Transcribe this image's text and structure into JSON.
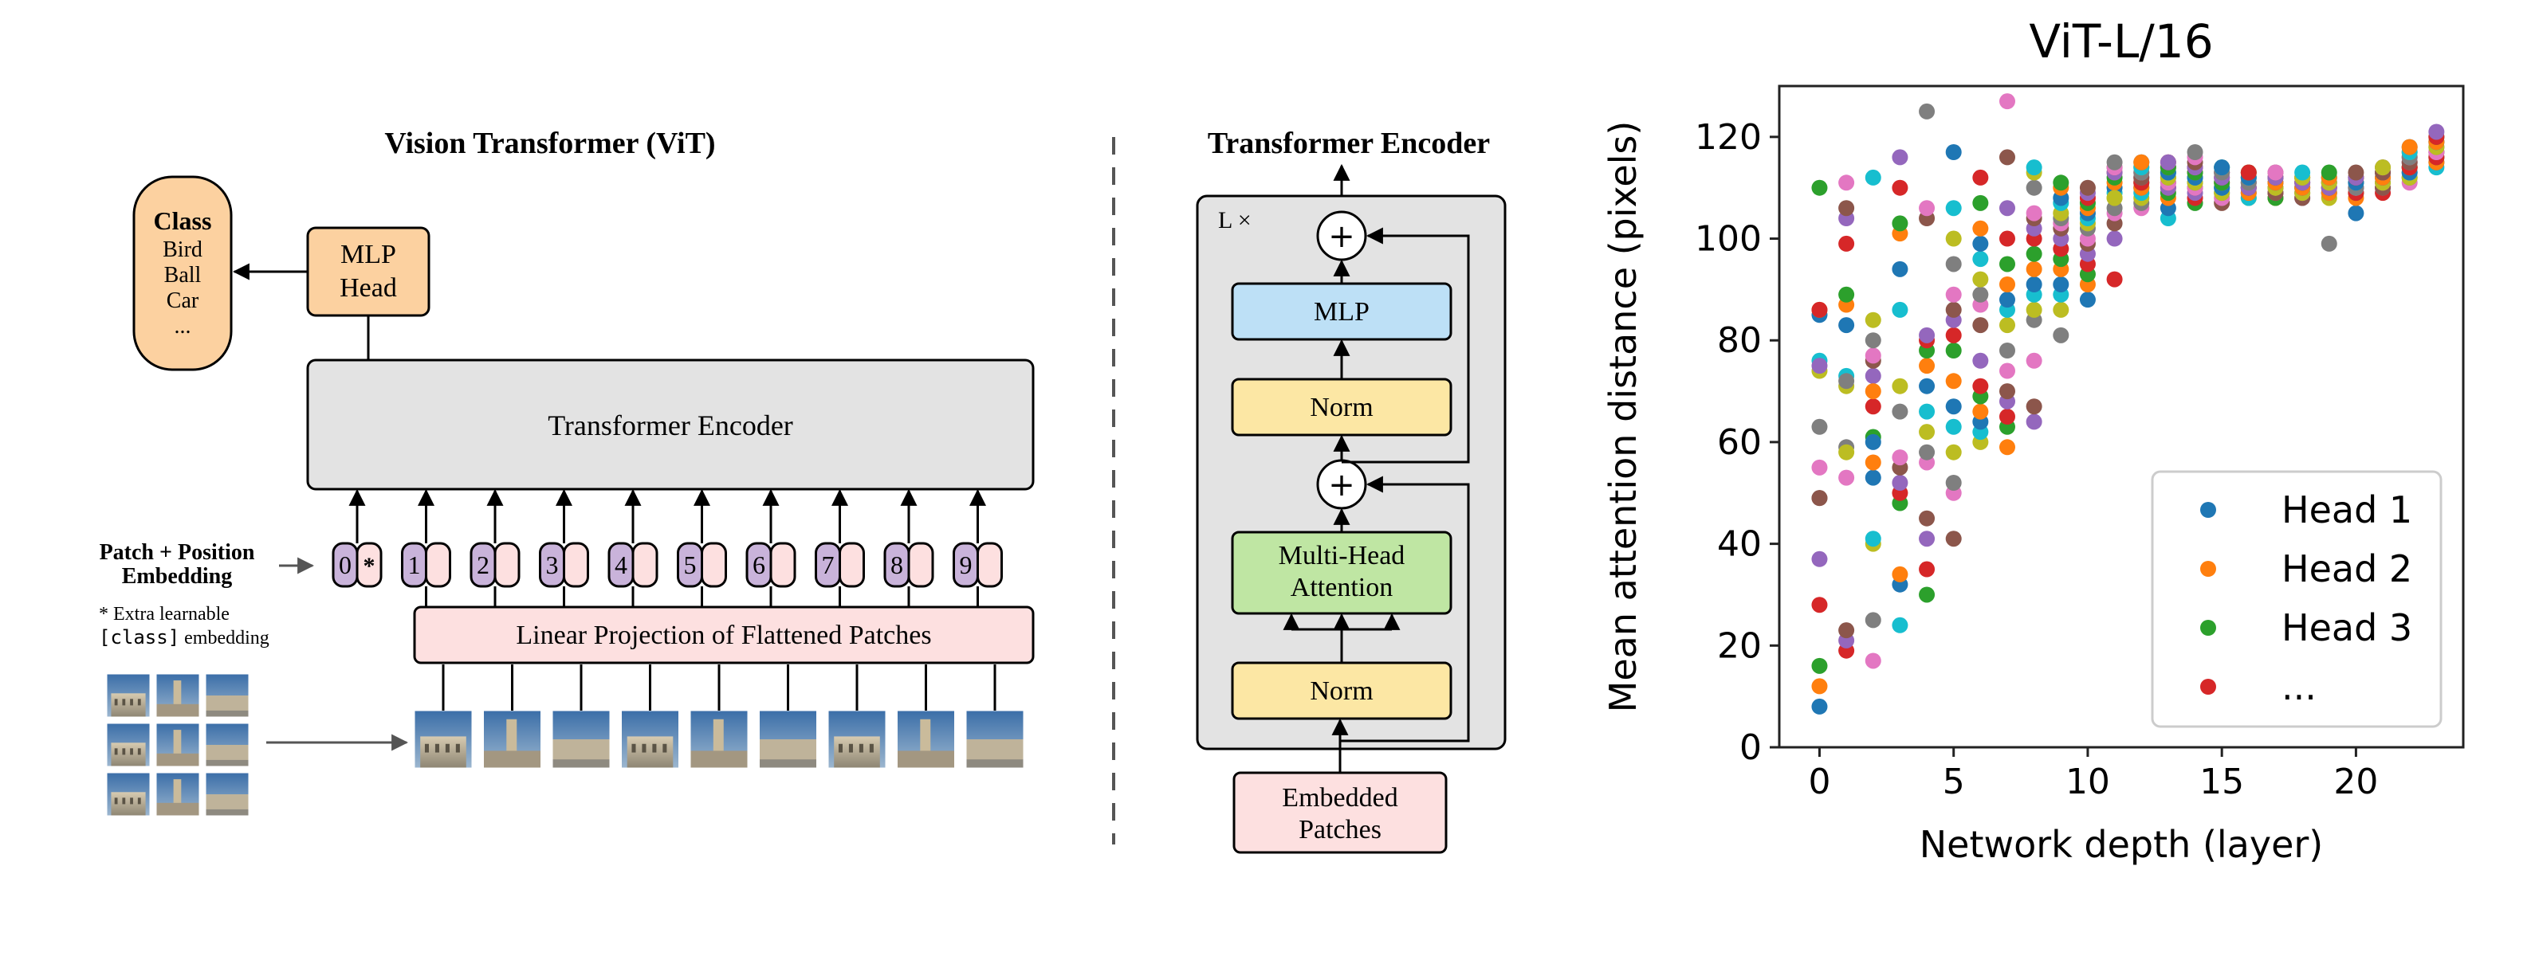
{
  "vit": {
    "title": "Vision Transformer (ViT)",
    "class_box": {
      "title": "Class",
      "items": [
        "Bird",
        "Ball",
        "Car",
        "..."
      ]
    },
    "mlp_head": [
      "MLP",
      "Head"
    ],
    "encoder_label": "Transformer Encoder",
    "embedding_label": [
      "Patch + Position",
      "Embedding"
    ],
    "footnote": {
      "star": "* Extra learnable",
      "code": "[class]",
      "rest": " embedding"
    },
    "token_numbers": [
      "0",
      "1",
      "2",
      "3",
      "4",
      "5",
      "6",
      "7",
      "8",
      "9"
    ],
    "class_token_mark": "*",
    "linear_projection": "Linear Projection of Flattened Patches"
  },
  "encoder": {
    "title": "Transformer Encoder",
    "repeat_label": "L ×",
    "plus": "+",
    "mlp": "MLP",
    "norm": "Norm",
    "attention": [
      "Multi-Head",
      "Attention"
    ],
    "embedded": [
      "Embedded",
      "Patches"
    ]
  },
  "chart_data": {
    "type": "scatter",
    "title": "ViT-L/16",
    "xlabel": "Network depth (layer)",
    "ylabel": "Mean attention distance (pixels)",
    "xlim": [
      -1.5,
      24
    ],
    "ylim": [
      0,
      130
    ],
    "xticks": [
      0,
      5,
      10,
      15,
      20
    ],
    "yticks": [
      0,
      20,
      40,
      60,
      80,
      100,
      120
    ],
    "grid": false,
    "legend": {
      "placement": "lower-right",
      "entries": [
        "Head 1",
        "Head 2",
        "Head 3",
        "..."
      ]
    },
    "palette": [
      "#1f77b4",
      "#ff7f0e",
      "#2ca02c",
      "#d62728",
      "#9467bd",
      "#8c564b",
      "#e377c2",
      "#7f7f7f",
      "#bcbd22",
      "#17becf"
    ],
    "series": [
      {
        "x": [
          0,
          0,
          0,
          0,
          0,
          0,
          0,
          0,
          0,
          0,
          0,
          0,
          0,
          0,
          0,
          0
        ],
        "y": [
          8,
          12,
          16,
          28,
          37,
          49,
          55,
          63,
          74,
          76,
          85,
          86,
          110,
          86,
          75,
          49
        ]
      },
      {
        "x": [
          1,
          1,
          1,
          1,
          1,
          1,
          1,
          1,
          1,
          1,
          1,
          1,
          1,
          1,
          1,
          1
        ],
        "y": [
          19,
          21,
          23,
          53,
          59,
          71,
          73,
          83,
          87,
          89,
          99,
          104,
          106,
          111,
          72,
          58
        ]
      },
      {
        "x": [
          2,
          2,
          2,
          2,
          2,
          2,
          2,
          2,
          2,
          2,
          2,
          2,
          2,
          2,
          2,
          2
        ],
        "y": [
          17,
          25,
          40,
          41,
          53,
          56,
          61,
          67,
          73,
          76,
          77,
          80,
          84,
          112,
          60,
          70
        ]
      },
      {
        "x": [
          3,
          3,
          3,
          3,
          3,
          3,
          3,
          3,
          3,
          3,
          3,
          3,
          3,
          3,
          3,
          3
        ],
        "y": [
          24,
          32,
          34,
          48,
          50,
          52,
          55,
          57,
          66,
          71,
          86,
          94,
          101,
          103,
          110,
          116
        ]
      },
      {
        "x": [
          4,
          4,
          4,
          4,
          4,
          4,
          4,
          4,
          4,
          4,
          4,
          4,
          4,
          4,
          4,
          4
        ],
        "y": [
          30,
          35,
          41,
          45,
          56,
          58,
          62,
          66,
          71,
          75,
          78,
          80,
          81,
          104,
          106,
          125
        ]
      },
      {
        "x": [
          5,
          5,
          5,
          5,
          5,
          5,
          5,
          5,
          5,
          5,
          5,
          5,
          5,
          5,
          5,
          5
        ],
        "y": [
          41,
          50,
          52,
          58,
          63,
          67,
          72,
          78,
          81,
          84,
          86,
          89,
          95,
          100,
          106,
          117
        ]
      },
      {
        "x": [
          6,
          6,
          6,
          6,
          6,
          6,
          6,
          6,
          6,
          6,
          6,
          6,
          6,
          6,
          6,
          6
        ],
        "y": [
          60,
          62,
          64,
          66,
          69,
          71,
          76,
          83,
          87,
          89,
          92,
          96,
          99,
          102,
          107,
          112
        ]
      },
      {
        "x": [
          7,
          7,
          7,
          7,
          7,
          7,
          7,
          7,
          7,
          7,
          7,
          7,
          7,
          7,
          7,
          7
        ],
        "y": [
          59,
          63,
          65,
          68,
          70,
          74,
          78,
          83,
          86,
          88,
          91,
          95,
          100,
          106,
          116,
          127
        ]
      },
      {
        "x": [
          8,
          8,
          8,
          8,
          8,
          8,
          8,
          8,
          8,
          8,
          8,
          8,
          8,
          8,
          8,
          8
        ],
        "y": [
          64,
          67,
          76,
          84,
          86,
          89,
          91,
          94,
          97,
          100,
          102,
          104,
          105,
          110,
          113,
          114
        ]
      },
      {
        "x": [
          9,
          9,
          9,
          9,
          9,
          9,
          9,
          9,
          9,
          9,
          9,
          9,
          9,
          9,
          9,
          9
        ],
        "y": [
          81,
          86,
          89,
          91,
          94,
          96,
          98,
          100,
          102,
          103,
          104,
          105,
          107,
          108,
          110,
          111
        ]
      },
      {
        "x": [
          10,
          10,
          10,
          10,
          10,
          10,
          10,
          10,
          10,
          10,
          10,
          10,
          10,
          10,
          10,
          10
        ],
        "y": [
          88,
          91,
          93,
          95,
          97,
          99,
          100,
          102,
          103,
          104,
          105,
          106,
          107,
          108,
          109,
          110
        ]
      },
      {
        "x": [
          11,
          11,
          11,
          11,
          11,
          11,
          11,
          11,
          11,
          11,
          11,
          11,
          11,
          11,
          11,
          11
        ],
        "y": [
          92,
          100,
          103,
          105,
          106,
          108,
          109,
          110,
          111,
          112,
          113,
          113,
          114,
          114,
          115,
          108
        ]
      },
      {
        "x": [
          12,
          12,
          12,
          12,
          12,
          12,
          12,
          12,
          12,
          12,
          12,
          12,
          12,
          12,
          12,
          12
        ],
        "y": [
          106,
          107,
          108,
          109,
          110,
          110,
          111,
          111,
          112,
          112,
          113,
          113,
          114,
          114,
          115,
          115
        ]
      },
      {
        "x": [
          13,
          13,
          13,
          13,
          13,
          13,
          13,
          13,
          13,
          13,
          13,
          13,
          13,
          13,
          13,
          13
        ],
        "y": [
          104,
          106,
          108,
          109,
          110,
          110,
          111,
          111,
          112,
          112,
          113,
          113,
          114,
          114,
          115,
          115
        ]
      },
      {
        "x": [
          14,
          14,
          14,
          14,
          14,
          14,
          14,
          14,
          14,
          14,
          14,
          14,
          14,
          14,
          14,
          14
        ],
        "y": [
          107,
          108,
          109,
          110,
          110,
          111,
          111,
          112,
          112,
          113,
          113,
          114,
          114,
          115,
          116,
          117
        ]
      },
      {
        "x": [
          15,
          15,
          15,
          15,
          15,
          15,
          15,
          15,
          15,
          15,
          15,
          15,
          15,
          15,
          15,
          15
        ],
        "y": [
          107,
          108,
          109,
          109,
          110,
          110,
          111,
          111,
          112,
          112,
          113,
          113,
          113,
          114,
          114,
          114
        ]
      },
      {
        "x": [
          16,
          16,
          16,
          16,
          16,
          16,
          16,
          16,
          16,
          16,
          16,
          16,
          16,
          16,
          16,
          16
        ],
        "y": [
          108,
          108,
          109,
          109,
          110,
          110,
          110,
          111,
          111,
          111,
          112,
          112,
          112,
          113,
          113,
          113
        ]
      },
      {
        "x": [
          17,
          17,
          17,
          17,
          17,
          17,
          17,
          17,
          17,
          17,
          17,
          17,
          17,
          17,
          17,
          17
        ],
        "y": [
          108,
          108,
          109,
          109,
          109,
          110,
          110,
          110,
          111,
          111,
          111,
          112,
          112,
          112,
          113,
          113
        ]
      },
      {
        "x": [
          18,
          18,
          18,
          18,
          18,
          18,
          18,
          18,
          18,
          18,
          18,
          18,
          18,
          18,
          18,
          18
        ],
        "y": [
          108,
          108,
          109,
          109,
          109,
          110,
          110,
          110,
          111,
          111,
          111,
          112,
          112,
          112,
          112,
          113
        ]
      },
      {
        "x": [
          19,
          19,
          19,
          19,
          19,
          19,
          19,
          19,
          19,
          19,
          19,
          19,
          19,
          19,
          19,
          19
        ],
        "y": [
          99,
          108,
          109,
          109,
          109,
          110,
          110,
          110,
          111,
          111,
          111,
          111,
          112,
          112,
          112,
          113
        ]
      },
      {
        "x": [
          20,
          20,
          20,
          20,
          20,
          20,
          20,
          20,
          20,
          20,
          20,
          20,
          20,
          20,
          20,
          20
        ],
        "y": [
          105,
          108,
          109,
          109,
          110,
          110,
          110,
          110,
          111,
          111,
          111,
          112,
          112,
          112,
          112,
          113
        ]
      },
      {
        "x": [
          21,
          21,
          21,
          21,
          21,
          21,
          21,
          21,
          21,
          21,
          21,
          21,
          21,
          21,
          21,
          21
        ],
        "y": [
          109,
          110,
          110,
          111,
          111,
          111,
          112,
          112,
          112,
          113,
          113,
          113,
          113,
          114,
          114,
          114
        ]
      },
      {
        "x": [
          22,
          22,
          22,
          22,
          22,
          22,
          22,
          22,
          22,
          22,
          22,
          22,
          22,
          22,
          22,
          22
        ],
        "y": [
          111,
          112,
          112,
          113,
          113,
          114,
          114,
          114,
          115,
          115,
          116,
          116,
          117,
          117,
          118,
          118
        ]
      },
      {
        "x": [
          23,
          23,
          23,
          23,
          23,
          23,
          23,
          23,
          23,
          23,
          23,
          23,
          23,
          23,
          23,
          23
        ],
        "y": [
          114,
          115,
          115,
          116,
          116,
          117,
          117,
          117,
          118,
          118,
          119,
          119,
          119,
          120,
          120,
          121
        ]
      }
    ]
  }
}
